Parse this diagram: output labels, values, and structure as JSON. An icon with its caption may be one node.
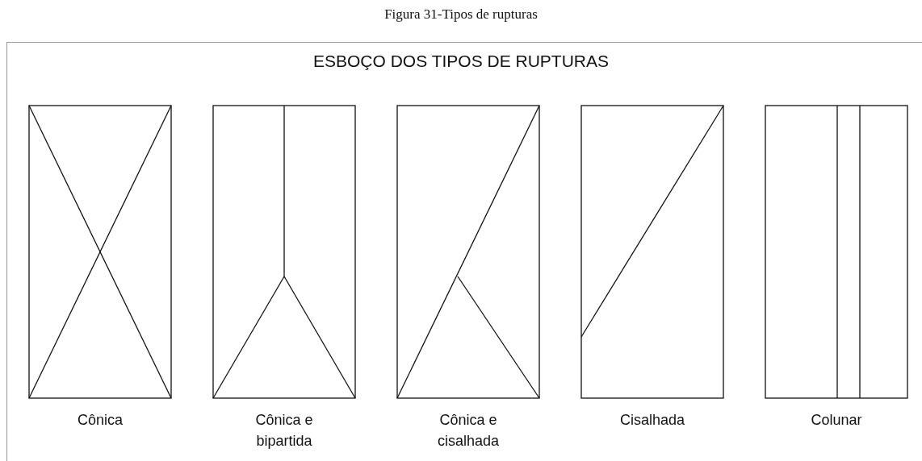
{
  "diagram": {
    "title": "ESBOÇO DOS TIPOS DE RUPTURAS",
    "caption": "Figura 31-Tipos de rupturas",
    "labels": [
      "Cônica",
      "Cônica e bipartida",
      "Cônica e cisalhada",
      "Cisalhada",
      "Colunar"
    ]
  }
}
